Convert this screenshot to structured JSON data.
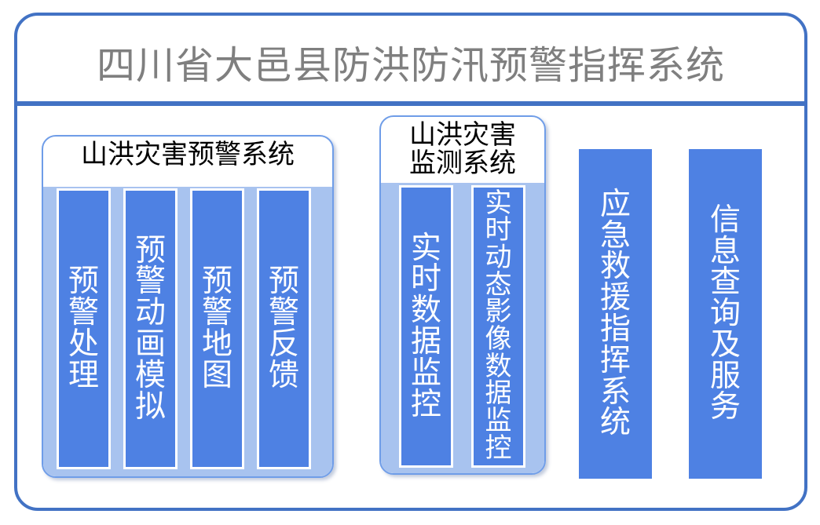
{
  "header": {
    "title": "四川省大邑县防洪防汛预警指挥系统"
  },
  "colors": {
    "frame_border": "#4272c4",
    "divider": "#4272c4",
    "panel_border": "#6f9de8",
    "panel_fill": "#a8c3ef",
    "bar_fill": "#4e81e3",
    "bar_text": "#ffffff",
    "title_text": "#7f7f7f",
    "heading_text": "#000000"
  },
  "groups": [
    {
      "name": "warning-system",
      "heading": "山洪灾害预警系统",
      "bars": [
        {
          "name": "warning-processing",
          "label": "预\n警\n处\n理"
        },
        {
          "name": "warning-animation-simulation",
          "label": "预\n警\n动\n画\n模\n拟"
        },
        {
          "name": "warning-map",
          "label": "预\n警\n地\n图"
        },
        {
          "name": "warning-feedback",
          "label": "预\n警\n反\n馈"
        }
      ]
    },
    {
      "name": "monitoring-system",
      "heading": "山洪灾害\n监测系统",
      "bars": [
        {
          "name": "realtime-data-monitoring",
          "label": "实\n时\n数\n据\n监\n控"
        },
        {
          "name": "realtime-dynamic-image-data-monitoring",
          "label": "实\n时\n动\n态\n影\n像\n数\n据\n监\n控"
        }
      ]
    }
  ],
  "standalone_bars": [
    {
      "name": "emergency-rescue-command-system",
      "label": "应\n急\n救\n援\n指\n挥\n系\n统"
    },
    {
      "name": "information-query-and-service",
      "label": "信\n息\n查\n询\n及\n服\n务"
    }
  ]
}
